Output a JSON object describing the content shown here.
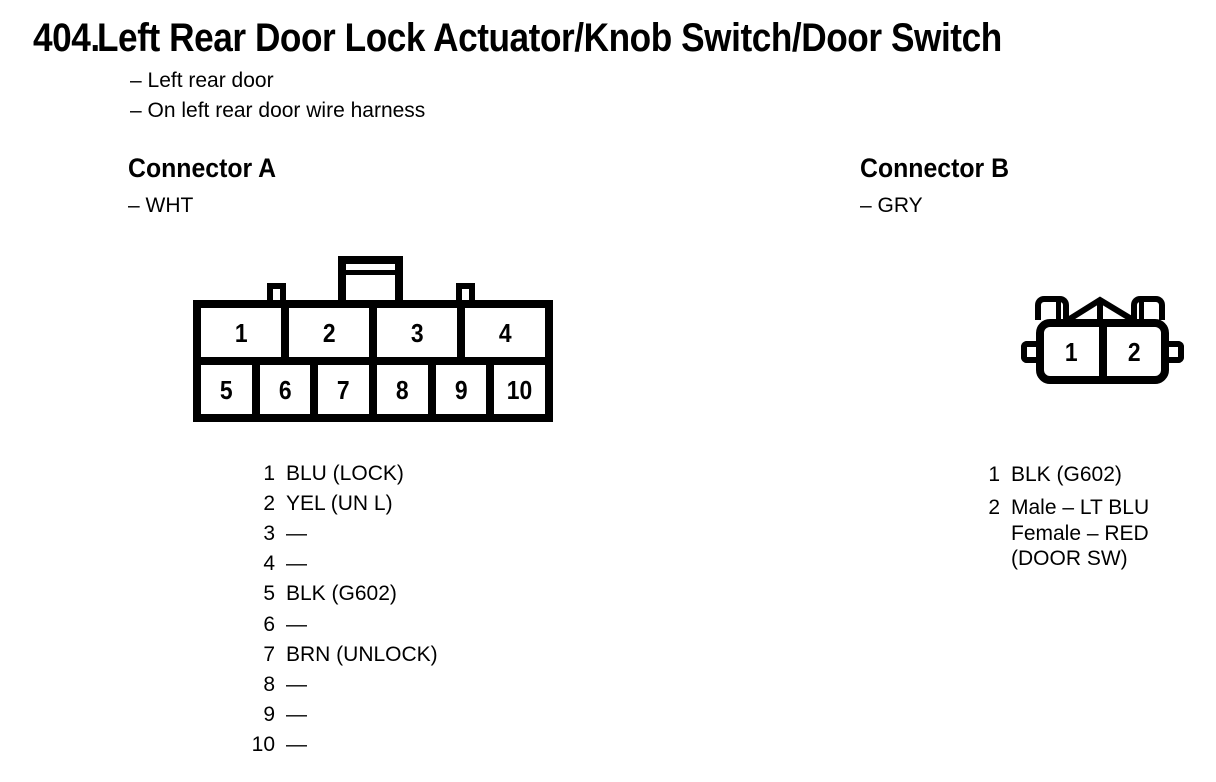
{
  "page": {
    "number": "404.",
    "title": "Left Rear Door Lock Actuator/Knob Switch/Door Switch",
    "notes": [
      "– Left rear door",
      "– On left rear door wire harness"
    ]
  },
  "connector_a": {
    "heading": "Connector A",
    "color_note": "– WHT",
    "diagram": {
      "top_row": [
        "1",
        "2",
        "3",
        "4"
      ],
      "bottom_row": [
        "5",
        "6",
        "7",
        "8",
        "9",
        "10"
      ]
    },
    "pins": [
      {
        "num": "1",
        "label": "BLU (LOCK)"
      },
      {
        "num": "2",
        "label": "YEL (UN L)"
      },
      {
        "num": "3",
        "label": "—"
      },
      {
        "num": "4",
        "label": "—"
      },
      {
        "num": "5",
        "label": "BLK (G602)"
      },
      {
        "num": "6",
        "label": "—"
      },
      {
        "num": "7",
        "label": "BRN (UNLOCK)"
      },
      {
        "num": "8",
        "label": "—"
      },
      {
        "num": "9",
        "label": "—"
      },
      {
        "num": "10",
        "label": "—"
      }
    ]
  },
  "connector_b": {
    "heading": "Connector B",
    "color_note": "– GRY",
    "diagram": {
      "cells": [
        "1",
        "2"
      ]
    },
    "pins": [
      {
        "num": "1",
        "lines": [
          "BLK (G602)"
        ]
      },
      {
        "num": "2",
        "lines": [
          "Male – LT BLU",
          "Female – RED",
          "(DOOR SW)"
        ]
      }
    ]
  },
  "colors": {
    "ink": "#000000",
    "paper": "#ffffff"
  }
}
